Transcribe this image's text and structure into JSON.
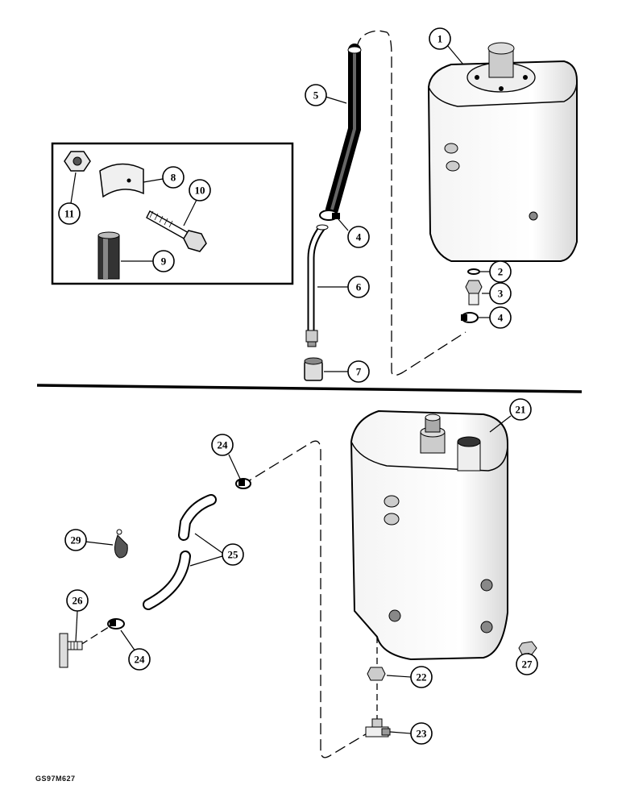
{
  "figure_code": "GS97M627",
  "upper_group": {
    "callouts": [
      {
        "id": "c1",
        "label": "1"
      },
      {
        "id": "c2",
        "label": "2"
      },
      {
        "id": "c3",
        "label": "3"
      },
      {
        "id": "c4a",
        "label": "4"
      },
      {
        "id": "c4b",
        "label": "4"
      },
      {
        "id": "c5",
        "label": "5"
      },
      {
        "id": "c6",
        "label": "6"
      },
      {
        "id": "c7",
        "label": "7"
      },
      {
        "id": "c8",
        "label": "8"
      },
      {
        "id": "c9",
        "label": "9"
      },
      {
        "id": "c10",
        "label": "10"
      },
      {
        "id": "c11",
        "label": "11"
      }
    ]
  },
  "lower_group": {
    "callouts": [
      {
        "id": "c21",
        "label": "21"
      },
      {
        "id": "c22",
        "label": "22"
      },
      {
        "id": "c23",
        "label": "23"
      },
      {
        "id": "c24a",
        "label": "24"
      },
      {
        "id": "c24b",
        "label": "24"
      },
      {
        "id": "c25",
        "label": "25"
      },
      {
        "id": "c26",
        "label": "26"
      },
      {
        "id": "c27",
        "label": "27"
      },
      {
        "id": "c29",
        "label": "29"
      }
    ]
  }
}
